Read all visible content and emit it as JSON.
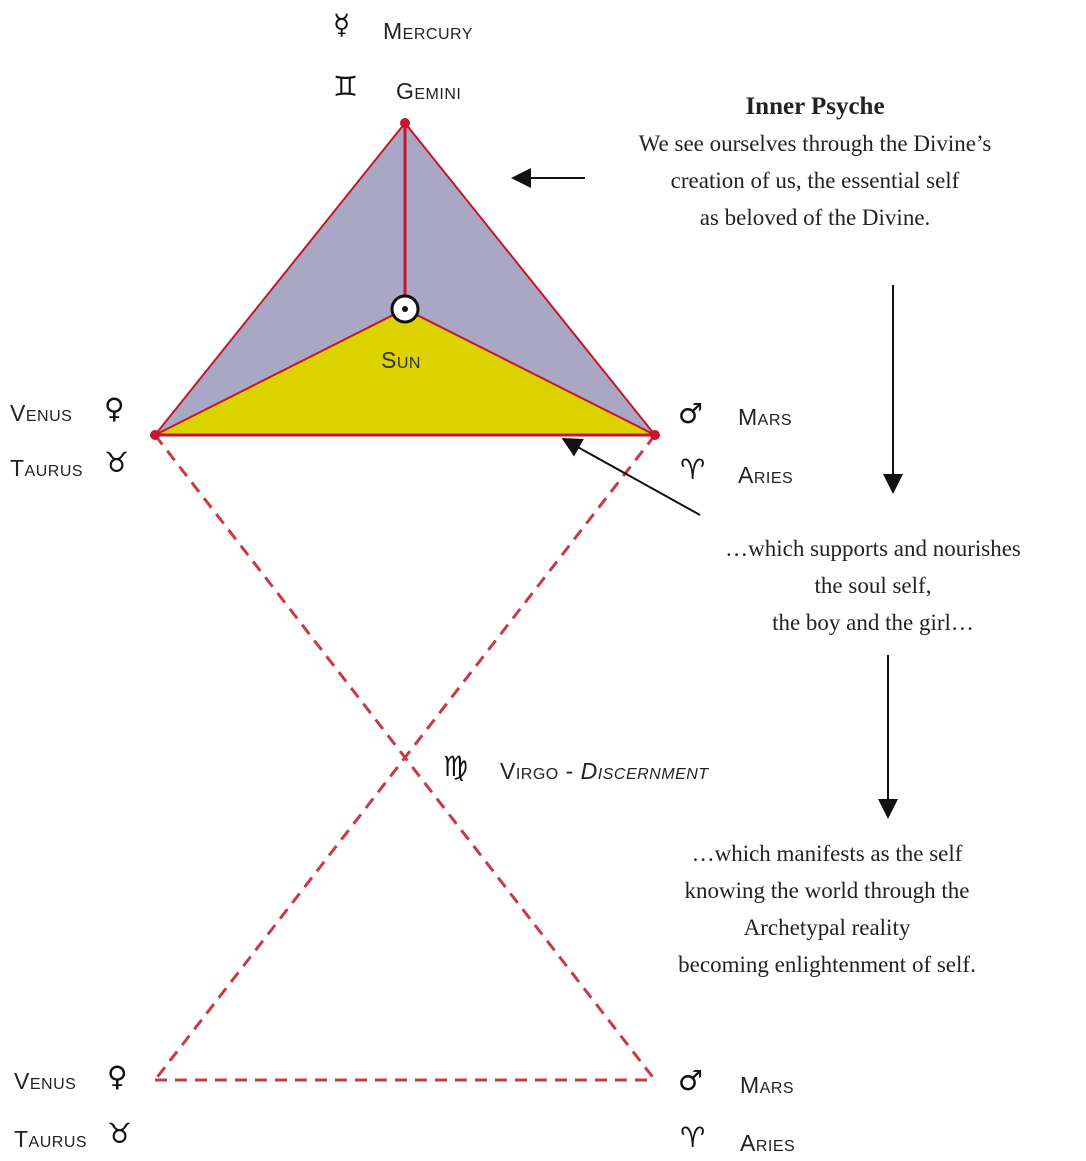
{
  "colors": {
    "triangle_upper": "#a9a7c4",
    "triangle_lower": "#dcd200",
    "edge_red": "#c4162c",
    "dashed_red": "#c83a44",
    "arrow": "#111111"
  },
  "planets": {
    "mercury": {
      "glyph": "☿",
      "label": "Mercury"
    },
    "gemini": {
      "glyph": "♊",
      "label": "Gemini"
    },
    "sun": {
      "glyph": "☉",
      "label": "Sun"
    },
    "venus_top": {
      "glyph": "♀",
      "label": "Venus"
    },
    "taurus_top": {
      "glyph": "♉",
      "label": "Taurus"
    },
    "mars_top": {
      "glyph": "♂",
      "label": "Mars"
    },
    "aries_top": {
      "glyph": "♈",
      "label": "Aries"
    },
    "virgo": {
      "glyph": "♍",
      "label": "Virgo - ",
      "label_italic": "Discernment"
    },
    "venus_bottom": {
      "glyph": "♀",
      "label": "Venus"
    },
    "taurus_bottom": {
      "glyph": "♉",
      "label": "Taurus"
    },
    "mars_bottom": {
      "glyph": "♂",
      "label": "Mars"
    },
    "aries_bottom": {
      "glyph": "♈",
      "label": "Aries"
    }
  },
  "text": {
    "inner_psyche_title": "Inner Psyche",
    "inner_psyche_line1": "We see ourselves through the Divine’s",
    "inner_psyche_line2": "creation of us, the essential self",
    "inner_psyche_line3": "as beloved of the Divine.",
    "supports_line1": "…which supports and nourishes",
    "supports_line2": "the soul self,",
    "supports_line3": "the boy and the girl…",
    "manifests_line1": "…which manifests as the self",
    "manifests_line2": "knowing the world through the",
    "manifests_line3": "Archetypal reality",
    "manifests_line4": "becoming enlightenment of self."
  }
}
